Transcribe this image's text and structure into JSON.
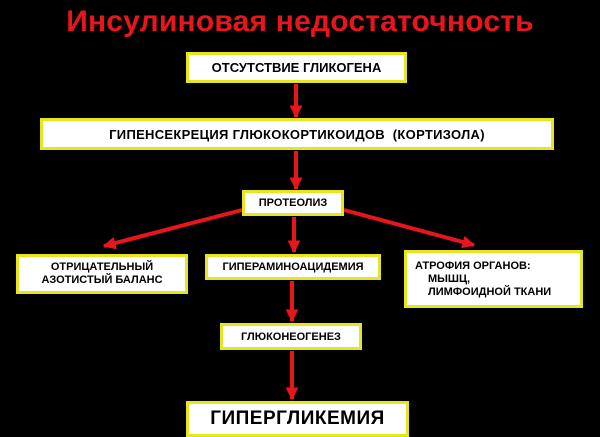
{
  "title": "Инсулиновая недостаточность",
  "nodes": {
    "glycogen_absence": "ОТСУТСТВИЕ ГЛИКОГЕНА",
    "hypersecretion": "ГИПЕНСЕКРЕЦИЯ ГЛЮКОКОРТИКОИДОВ  (КОРТИЗОЛА)",
    "proteolysis": "ПРОТЕОЛИЗ",
    "negative_balance": [
      "ОТРИЦАТЕЛЬНЫЙ",
      "АЗОТИСТЫЙ БАЛАНС"
    ],
    "hyperaminoacidemia": "ГИПЕРАМИНОАЦИДЕМИЯ",
    "atrophy": [
      "АТРОФИЯ ОРГАНОВ:",
      "МЫШЦ,",
      "ЛИМФОИДНОЙ ТКАНИ"
    ],
    "gluconeogenesis": "ГЛЮКОНЕОГЕНЕЗ",
    "hyperglycemia": "ГИПЕРГЛИКЕМИЯ"
  },
  "edges": [
    {
      "from": "glycogen_absence",
      "to": "hypersecretion"
    },
    {
      "from": "hypersecretion",
      "to": "proteolysis"
    },
    {
      "from": "proteolysis",
      "to": "negative_balance"
    },
    {
      "from": "proteolysis",
      "to": "hyperaminoacidemia"
    },
    {
      "from": "proteolysis",
      "to": "atrophy"
    },
    {
      "from": "hyperaminoacidemia",
      "to": "gluconeogenesis"
    },
    {
      "from": "gluconeogenesis",
      "to": "hyperglycemia"
    }
  ],
  "colors": {
    "background": "#000000",
    "title": "#e8161c",
    "box_fill": "#ffffff",
    "box_border": "#e6e61e",
    "arrow": "#e8161c"
  }
}
